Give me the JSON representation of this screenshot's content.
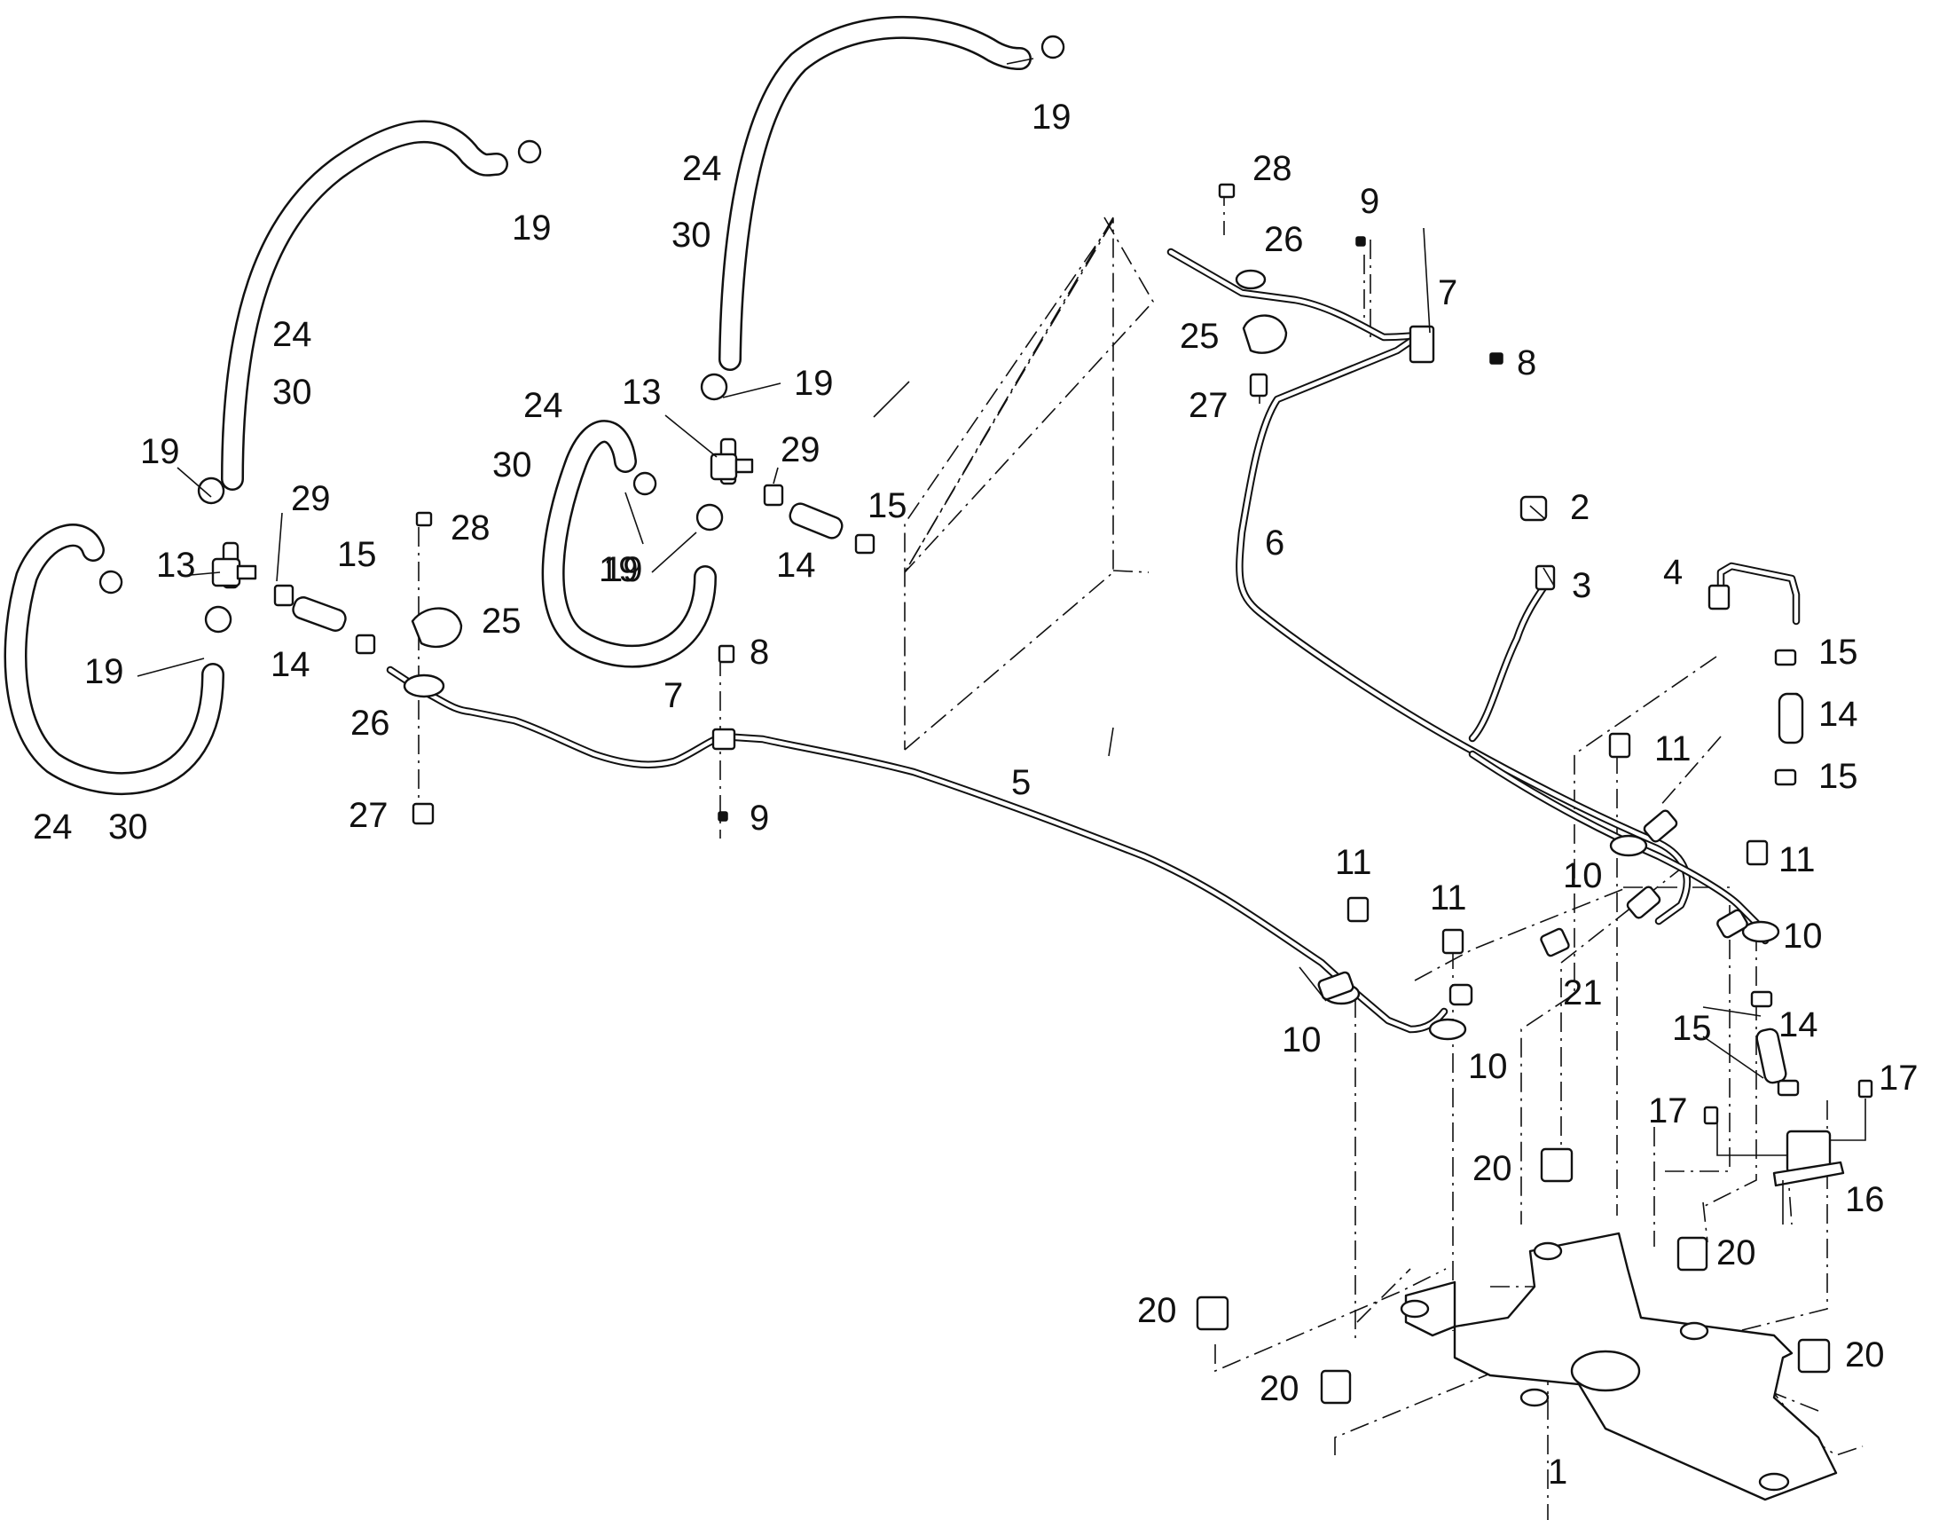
{
  "callouts": [
    {
      "id": "c01",
      "text": "19"
    },
    {
      "id": "c02",
      "text": "24"
    },
    {
      "id": "c03",
      "text": "30"
    },
    {
      "id": "c04",
      "text": "19"
    },
    {
      "id": "c05",
      "text": "28"
    },
    {
      "id": "c06",
      "text": "9"
    },
    {
      "id": "c07",
      "text": "26"
    },
    {
      "id": "c08",
      "text": "7"
    },
    {
      "id": "c09",
      "text": "19"
    },
    {
      "id": "c10",
      "text": "24"
    },
    {
      "id": "c11",
      "text": "30"
    },
    {
      "id": "c12",
      "text": "25"
    },
    {
      "id": "c13",
      "text": "8"
    },
    {
      "id": "c14",
      "text": "13"
    },
    {
      "id": "c15",
      "text": "19"
    },
    {
      "id": "c16",
      "text": "27"
    },
    {
      "id": "c17",
      "text": "24"
    },
    {
      "id": "c18",
      "text": "30"
    },
    {
      "id": "c19",
      "text": "29"
    },
    {
      "id": "c20",
      "text": "19"
    },
    {
      "id": "c21",
      "text": "29"
    },
    {
      "id": "c22",
      "text": "15"
    },
    {
      "id": "c23",
      "text": "2"
    },
    {
      "id": "c24",
      "text": "28"
    },
    {
      "id": "c25",
      "text": "13"
    },
    {
      "id": "c26",
      "text": "15"
    },
    {
      "id": "c27",
      "text": "6"
    },
    {
      "id": "c28",
      "text": "19"
    },
    {
      "id": "c29",
      "text": "14"
    },
    {
      "id": "c30",
      "text": "3"
    },
    {
      "id": "c31",
      "text": "4"
    },
    {
      "id": "c32",
      "text": "25"
    },
    {
      "id": "c33",
      "text": "19"
    },
    {
      "id": "c34",
      "text": "14"
    },
    {
      "id": "c35",
      "text": "15"
    },
    {
      "id": "c36",
      "text": "8"
    },
    {
      "id": "c37",
      "text": "26"
    },
    {
      "id": "c38",
      "text": "7"
    },
    {
      "id": "c39",
      "text": "14"
    },
    {
      "id": "c40",
      "text": "11"
    },
    {
      "id": "c41",
      "text": "5"
    },
    {
      "id": "c42",
      "text": "15"
    },
    {
      "id": "c43",
      "text": "27"
    },
    {
      "id": "c44",
      "text": "9"
    },
    {
      "id": "c45",
      "text": "24"
    },
    {
      "id": "c46",
      "text": "30"
    },
    {
      "id": "c47",
      "text": "11"
    },
    {
      "id": "c48",
      "text": "11"
    },
    {
      "id": "c49",
      "text": "11"
    },
    {
      "id": "c50",
      "text": "10"
    },
    {
      "id": "c51",
      "text": "10"
    },
    {
      "id": "c52",
      "text": "21"
    },
    {
      "id": "c53",
      "text": "15"
    },
    {
      "id": "c54",
      "text": "14"
    },
    {
      "id": "c55",
      "text": "10"
    },
    {
      "id": "c56",
      "text": "10"
    },
    {
      "id": "c57",
      "text": "17"
    },
    {
      "id": "c58",
      "text": "17"
    },
    {
      "id": "c59",
      "text": "20"
    },
    {
      "id": "c60",
      "text": "16"
    },
    {
      "id": "c61",
      "text": "20"
    },
    {
      "id": "c62",
      "text": "20"
    },
    {
      "id": "c63",
      "text": "20"
    },
    {
      "id": "c64",
      "text": "20"
    },
    {
      "id": "c65",
      "text": "1"
    }
  ]
}
